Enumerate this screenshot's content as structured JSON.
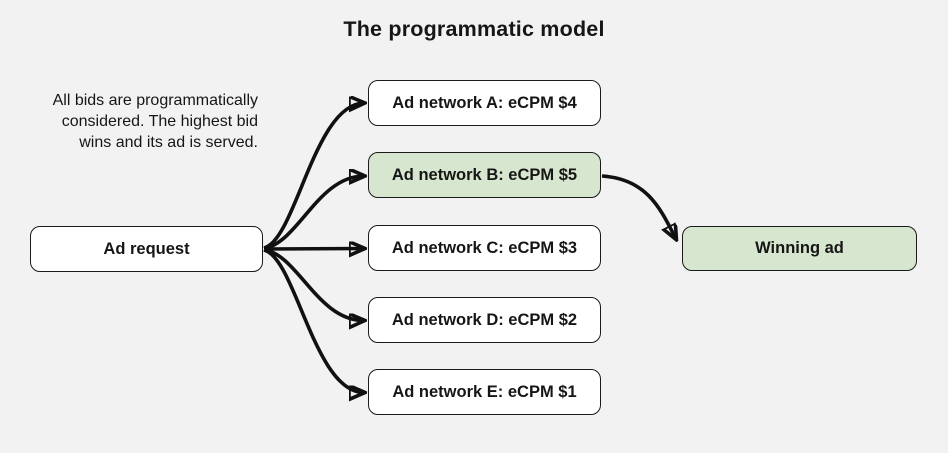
{
  "title": "The programmatic model",
  "description": "All bids are programmatically considered. The highest bid wins and its ad is served.",
  "colors": {
    "background": "#f2f2f2",
    "box_fill": "#ffffff",
    "highlight_fill": "#d7e7cf",
    "border": "#1b1b1b",
    "arrow": "#111111"
  },
  "nodes": {
    "ad_request": {
      "label": "Ad request"
    },
    "networks": [
      {
        "label": "Ad network A: eCPM $4",
        "highlight": false
      },
      {
        "label": "Ad network B: eCPM $5",
        "highlight": true
      },
      {
        "label": "Ad network C: eCPM $3",
        "highlight": false
      },
      {
        "label": "Ad network D: eCPM $2",
        "highlight": false
      },
      {
        "label": "Ad network E: eCPM $1",
        "highlight": false
      }
    ],
    "winning_ad": {
      "label": "Winning ad"
    }
  }
}
